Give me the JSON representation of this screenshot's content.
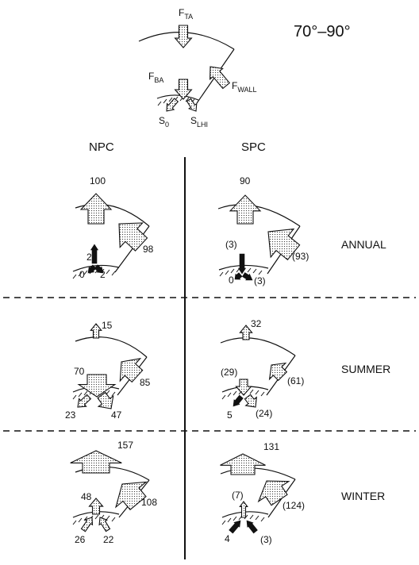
{
  "range_label": "70°–90°",
  "legend": {
    "f_ta": {
      "main": "F",
      "sub": "TA"
    },
    "f_ba": {
      "main": "F",
      "sub": "BA"
    },
    "f_wall": {
      "main": "F",
      "sub": "WALL"
    },
    "s_0": {
      "main": "S",
      "sub": "0"
    },
    "s_lhi": {
      "main": "S",
      "sub": "LHI"
    }
  },
  "columns": {
    "npc": "NPC",
    "spc": "SPC"
  },
  "rows": [
    {
      "label": "ANNUAL",
      "npc": {
        "top": "100",
        "wall": "98",
        "ba": "2",
        "s0": "0",
        "slhi": "2"
      },
      "spc": {
        "top": "90",
        "wall": "(93)",
        "ba": "(3)",
        "s0": "0",
        "slhi": "(3)"
      }
    },
    {
      "label": "SUMMER",
      "npc": {
        "top": "15",
        "wall": "85",
        "ba": "70",
        "s0": "23",
        "slhi": "47"
      },
      "spc": {
        "top": "32",
        "wall": "(61)",
        "ba": "(29)",
        "s0": "5",
        "slhi": "(24)"
      }
    },
    {
      "label": "WINTER",
      "npc": {
        "top": "157",
        "wall": "108",
        "ba": "48",
        "s0": "26",
        "slhi": "22"
      },
      "spc": {
        "top": "131",
        "wall": "(124)",
        "ba": "(7)",
        "s0": "4",
        "slhi": "(3)"
      }
    }
  ]
}
